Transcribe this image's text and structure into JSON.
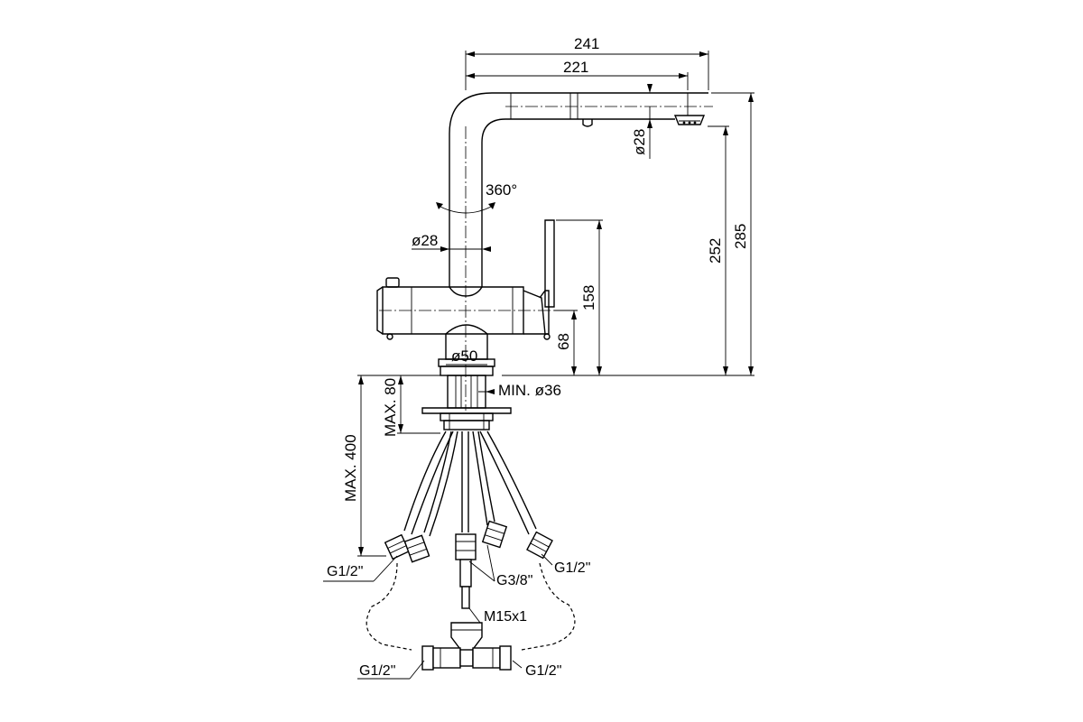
{
  "dimensions": {
    "width_241": "241",
    "width_221": "221",
    "height_285": "285",
    "height_252": "252",
    "spout_diameter": "ø28",
    "body_diameter": "ø28",
    "rotation": "360°",
    "lever_height": "158",
    "base_height": "68",
    "base_diameter": "ø50",
    "hole_diameter": "MIN. ø36",
    "max_thickness": "MAX. 80",
    "max_hose_length": "MAX. 400"
  },
  "connections": {
    "left_hose": "G1/2\"",
    "right_hose": "G1/2\"",
    "center_hose": "G3/8\"",
    "pullout_thread": "M15x1",
    "tee_left": "G1/2\"",
    "tee_right": "G1/2\""
  }
}
